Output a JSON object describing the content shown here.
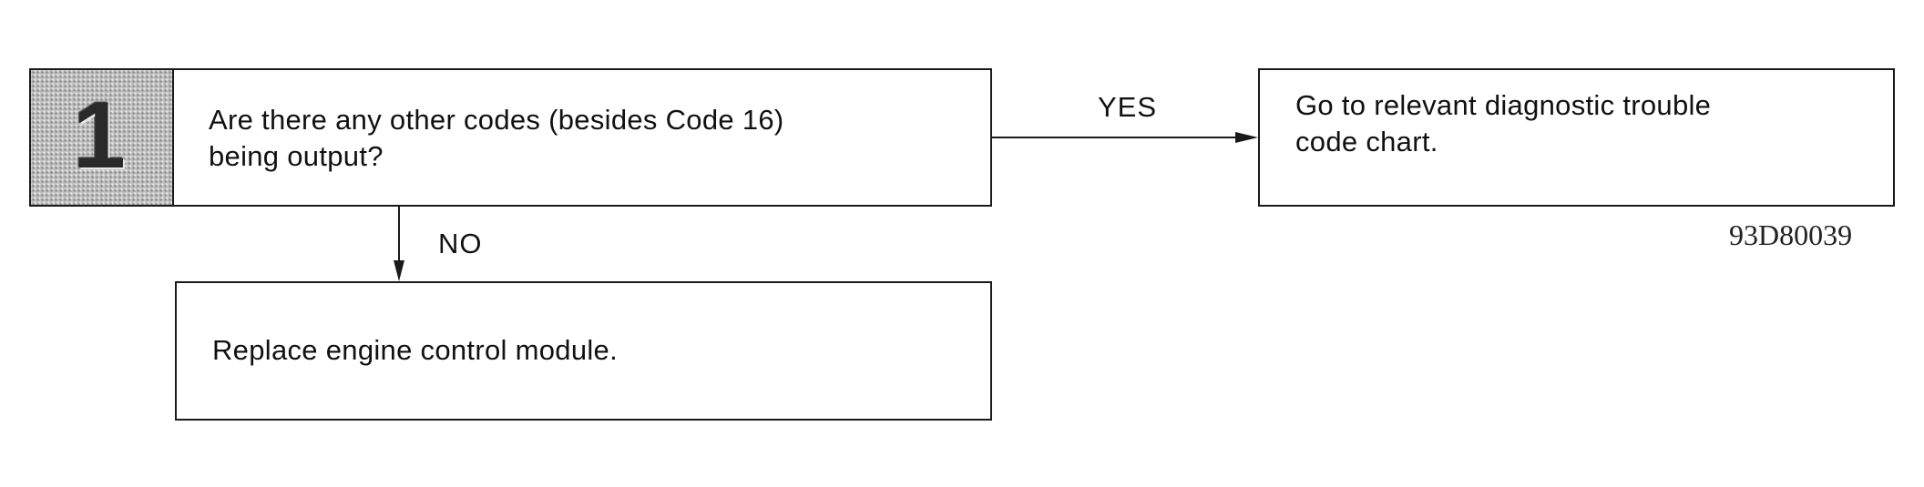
{
  "step": {
    "number": "1",
    "question": "Are there any other codes (besides Code 16)\nbeing output?"
  },
  "branches": {
    "yes": {
      "label": "YES",
      "result": "Go to relevant diagnostic trouble\ncode chart."
    },
    "no": {
      "label": "NO",
      "result": "Replace engine control module."
    }
  },
  "figure_code": "93D80039",
  "colors": {
    "line": "#1a1a1a",
    "number_shading": "#bdbdbd",
    "background": "#ffffff"
  }
}
